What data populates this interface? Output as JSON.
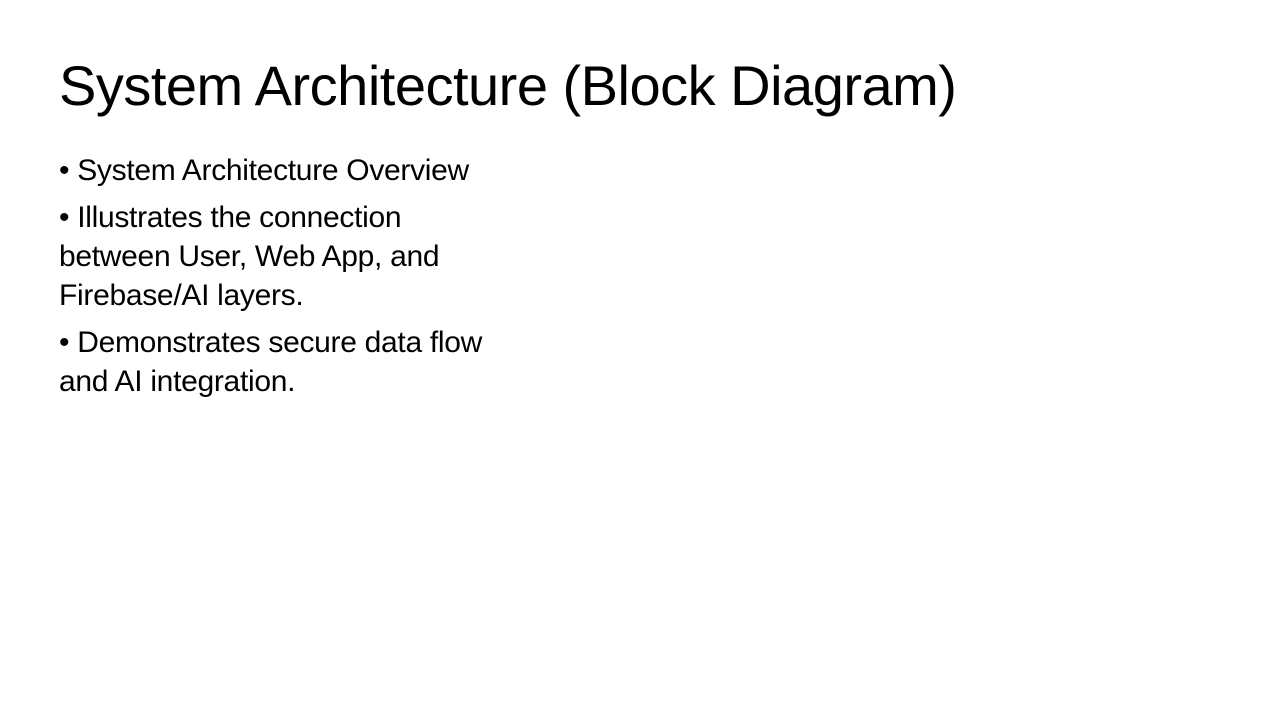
{
  "slide": {
    "title": "System Architecture (Block Diagram)",
    "bullet_marker": "•",
    "bullets": [
      {
        "lines": [
          "System Architecture Overview"
        ]
      },
      {
        "lines": [
          "Illustrates the connection",
          "between User, Web App, and",
          "Firebase/AI layers."
        ]
      },
      {
        "lines": [
          "Demonstrates secure data flow",
          "and AI integration."
        ]
      }
    ]
  }
}
